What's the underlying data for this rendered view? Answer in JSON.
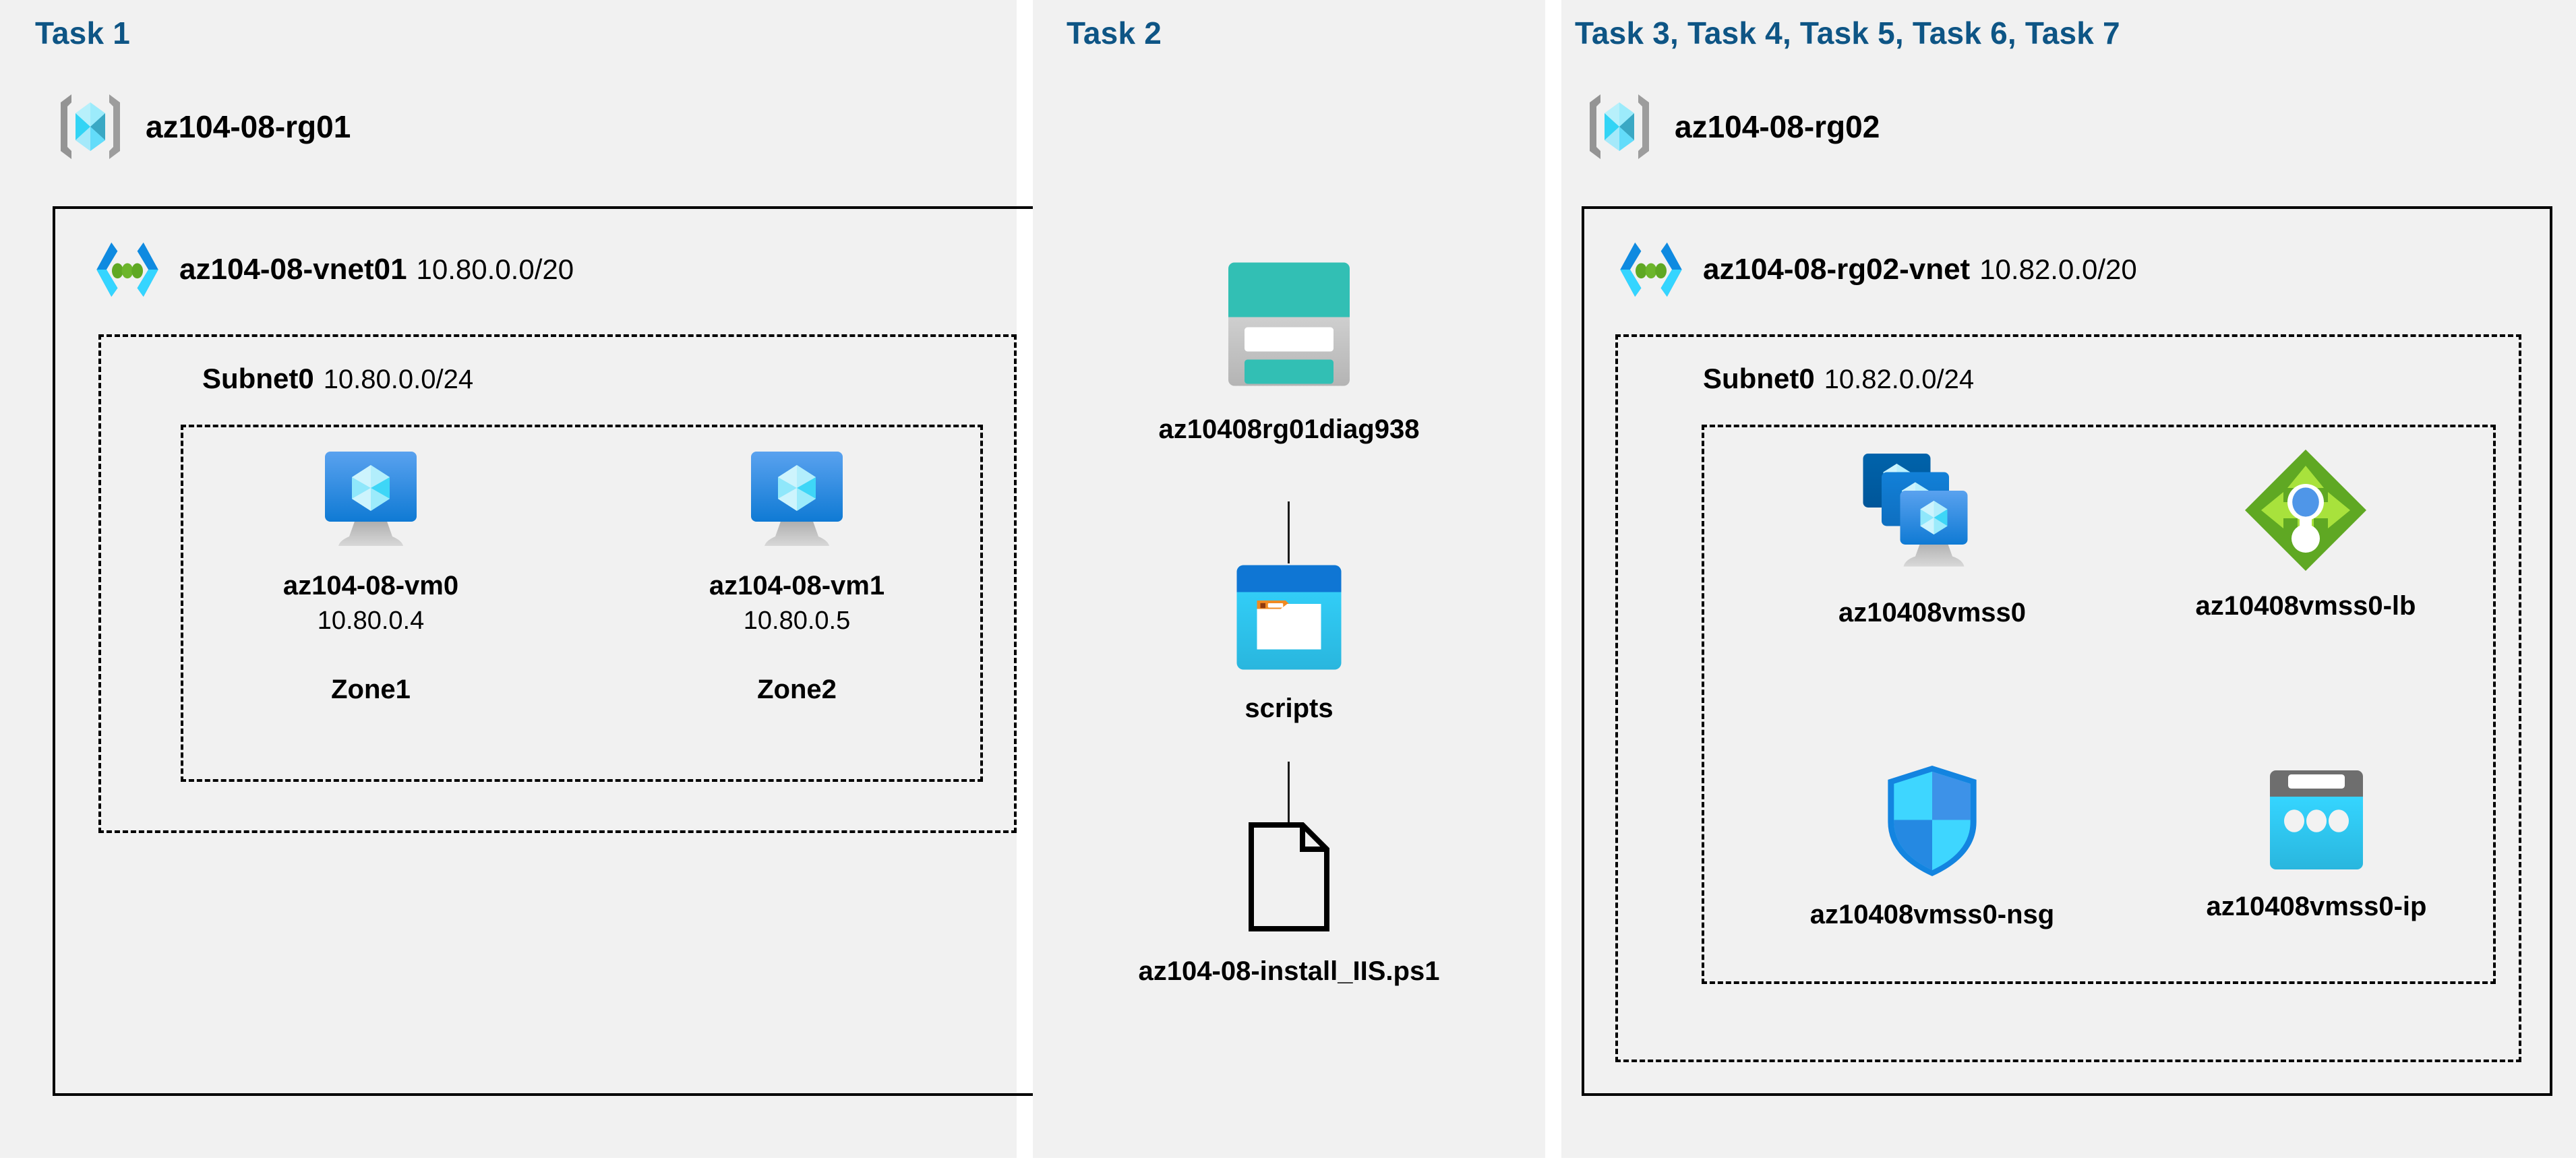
{
  "colors": {
    "task_header": "#0e5585",
    "panel_bg": "#f1f1f1",
    "page_bg": "#ffffff",
    "border": "#000000",
    "vm_blue": "#2e8ae6",
    "vmss_dark_blue": "#005ba1",
    "vmss_mid_blue": "#0f7ad4",
    "vmss_light_blue": "#4a9bea",
    "storage_teal": "#32bfb4",
    "storage_dark_teal": "#1b8478",
    "scripts_blue": "#0f76d4",
    "scripts_cyan": "#32c8ec",
    "scripts_orange": "#f08a22",
    "lb_green": "#5fa823",
    "lb_light_green": "#a8e23c",
    "lb_blue_dot": "#4f96e8",
    "nsg_cyan": "#3ed6ff",
    "nsg_blue": "#2e8ae6",
    "pip_cyan": "#32c8ec",
    "pip_gray": "#6e6e6e",
    "rg_bracket_gray": "#949494",
    "rg_cube_cyan": "#32d4f5",
    "vnet_chevron_blue": "#0f8ae0",
    "vnet_chevron_cyan": "#35d5ff",
    "vnet_dot_green": "#5fa823"
  },
  "columns": [
    {
      "header": "Task 1",
      "resource_group": {
        "label": "az104-08-rg01",
        "icon": "resource-group-icon"
      },
      "vnet": {
        "name": "az104-08-vnet01",
        "cidr": "10.80.0.0/20",
        "icon": "virtual-network-icon"
      },
      "subnet": {
        "name": "Subnet0",
        "cidr": "10.80.0.0/24"
      },
      "vms": [
        {
          "icon": "virtual-machine-icon",
          "name": "az104-08-vm0",
          "ip": "10.80.0.4",
          "zone": "Zone1"
        },
        {
          "icon": "virtual-machine-icon",
          "name": "az104-08-vm1",
          "ip": "10.80.0.5",
          "zone": "Zone2"
        }
      ]
    },
    {
      "header": "Task 2",
      "items": [
        {
          "icon": "storage-account-icon",
          "name": "az10408rg01diag938"
        },
        {
          "icon": "blob-container-icon",
          "name": "scripts"
        },
        {
          "icon": "file-icon",
          "name": "az104-08-install_IIS.ps1"
        }
      ]
    },
    {
      "header": "Task 3, Task 4, Task 5, Task 6, Task 7",
      "resource_group": {
        "label": "az104-08-rg02",
        "icon": "resource-group-icon"
      },
      "vnet": {
        "name": "az104-08-rg02-vnet",
        "cidr": "10.82.0.0/20",
        "icon": "virtual-network-icon"
      },
      "subnet": {
        "name": "Subnet0",
        "cidr": "10.82.0.0/24"
      },
      "resources": [
        {
          "icon": "vm-scale-set-icon",
          "name": "az10408vmss0"
        },
        {
          "icon": "load-balancer-icon",
          "name": "az10408vmss0-lb"
        },
        {
          "icon": "network-security-group-icon",
          "name": "az10408vmss0-nsg"
        },
        {
          "icon": "public-ip-address-icon",
          "name": "az10408vmss0-ip"
        }
      ]
    }
  ]
}
